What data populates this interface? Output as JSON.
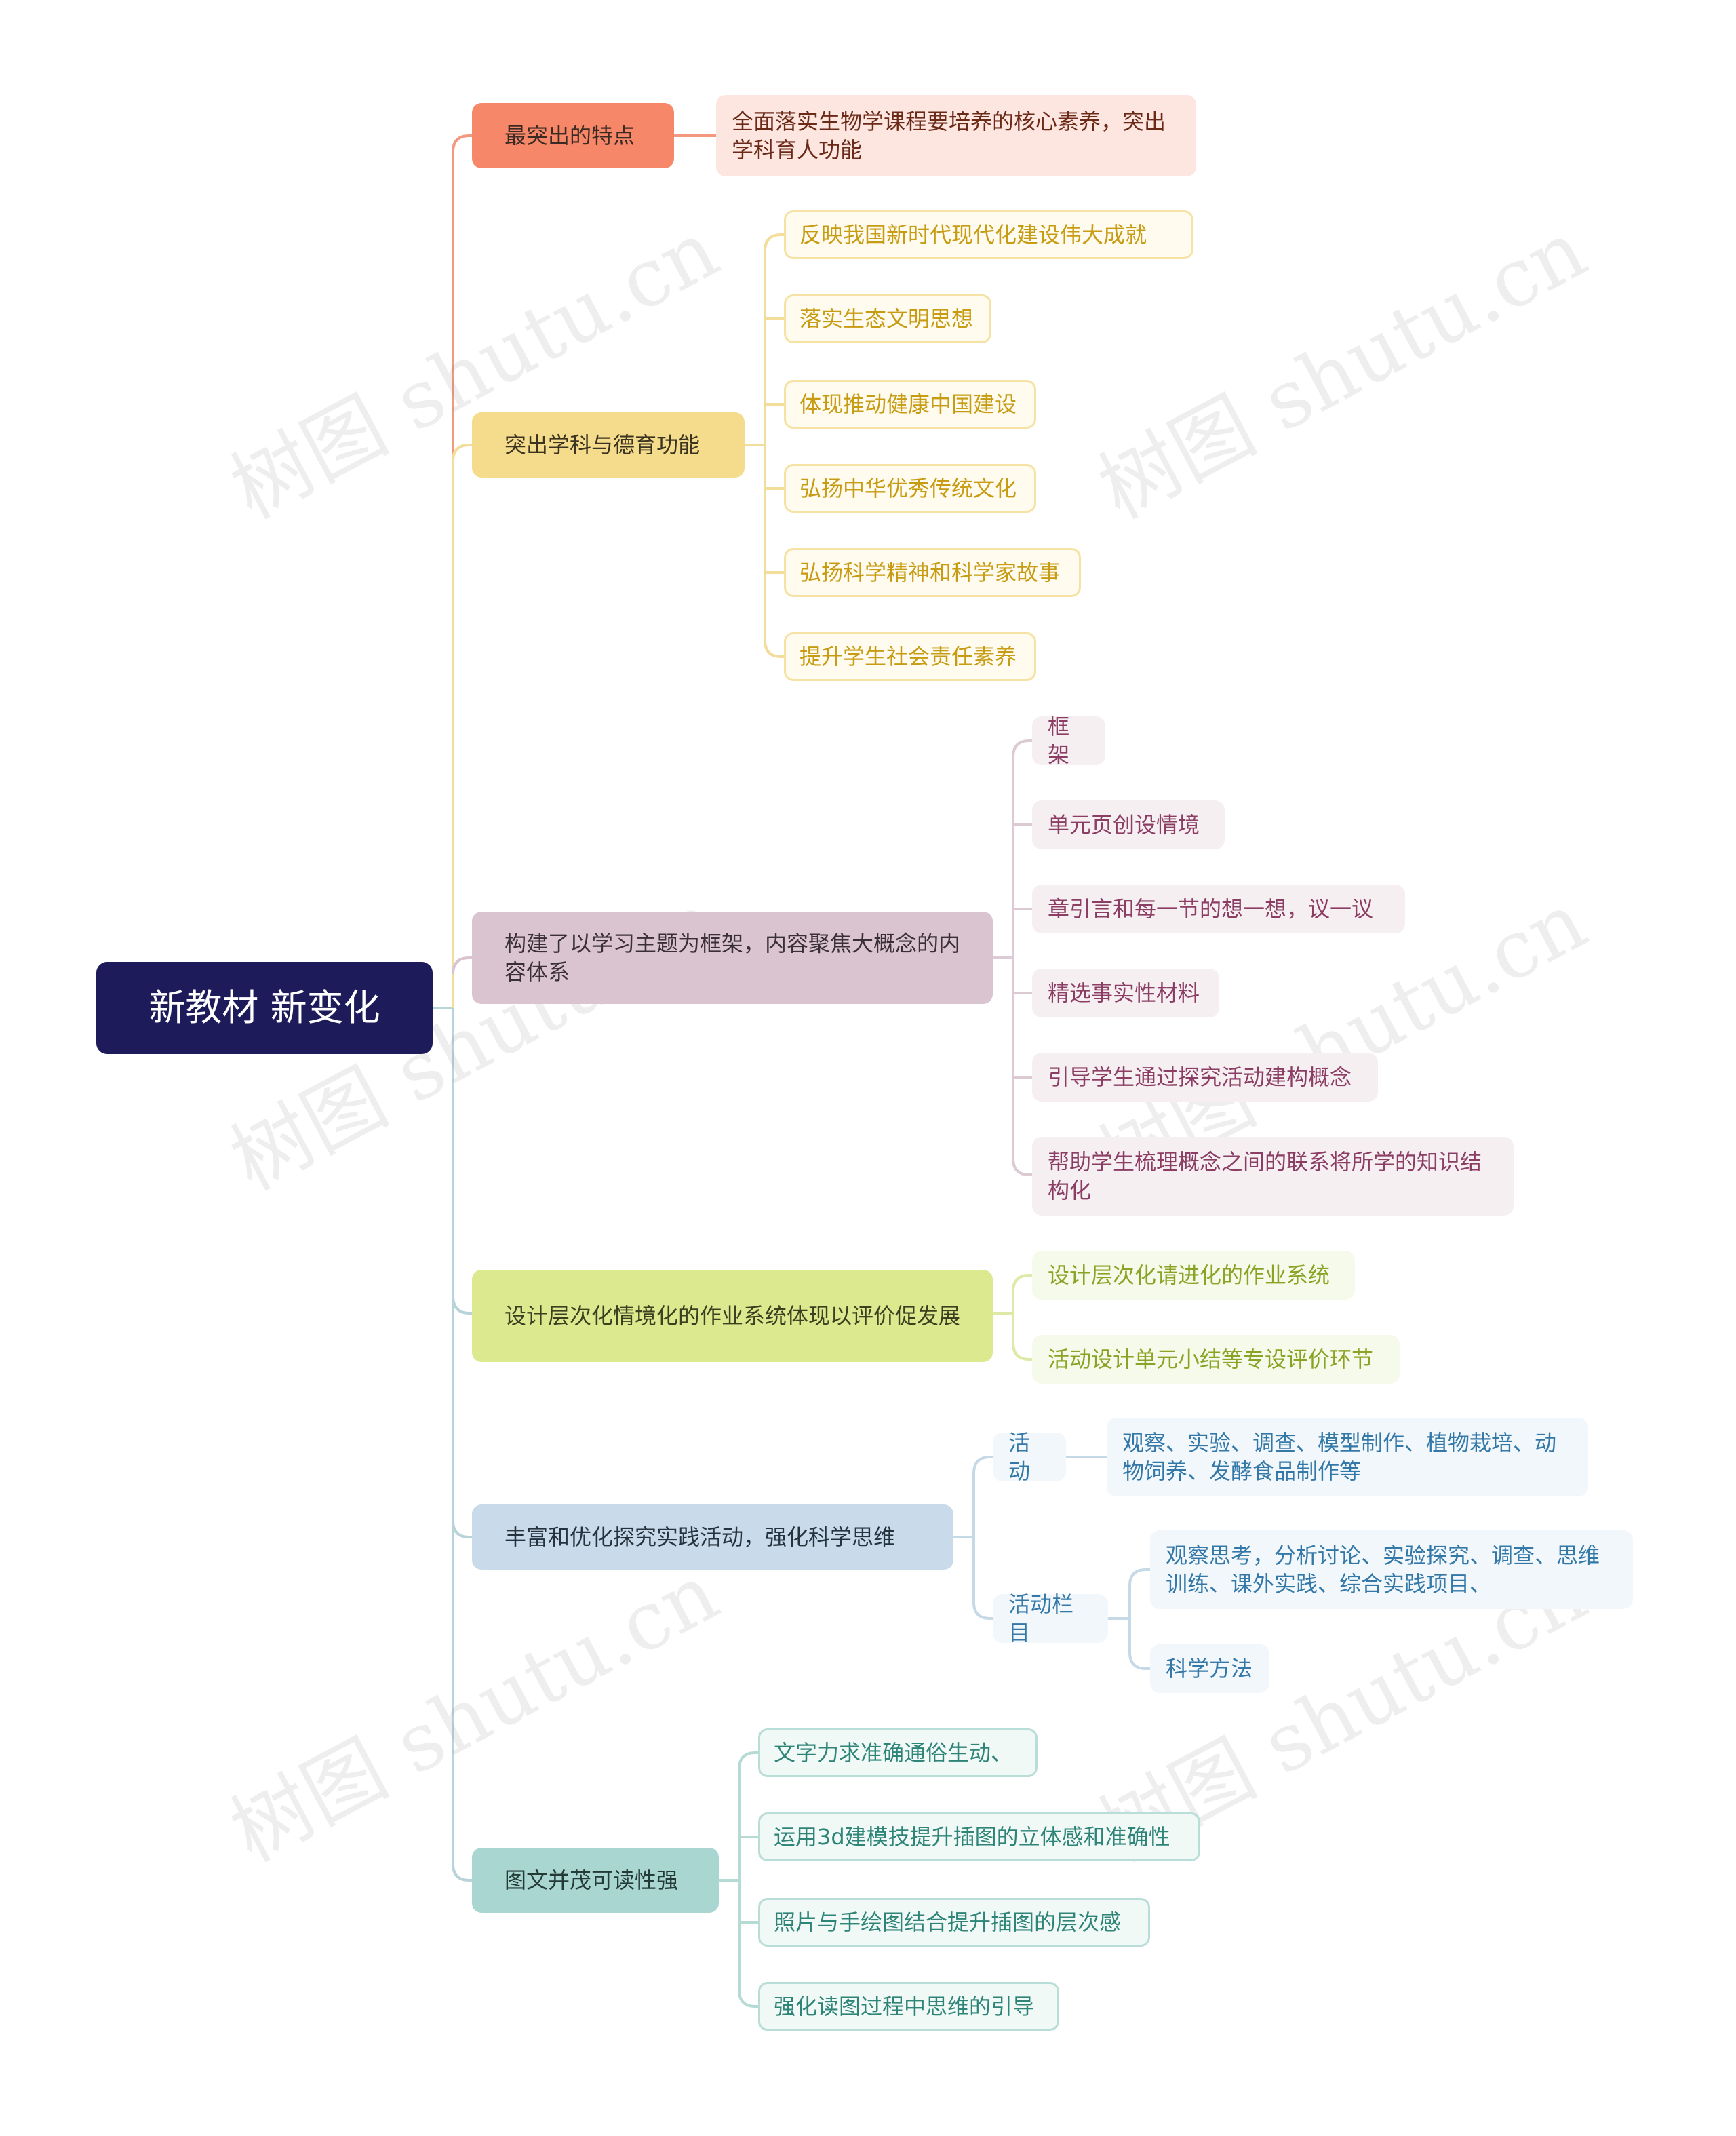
{
  "root": {
    "label": "新教材  新变化"
  },
  "branches": [
    {
      "label": "最突出的特点",
      "children": [
        "全面落实生物学课程要培养的核心素养，突出学科育人功能"
      ]
    },
    {
      "label": "突出学科与德育功能",
      "children": [
        "反映我国新时代现代化建设伟大成就",
        "落实生态文明思想",
        "体现推动健康中国建设",
        "弘扬中华优秀传统文化",
        "弘扬科学精神和科学家故事",
        "提升学生社会责任素养"
      ]
    },
    {
      "label": "构建了以学习主题为框架，内容聚焦大概念的内容体系",
      "children": [
        "框架",
        "单元页创设情境",
        " 章引言和每一节的想一想，议一议",
        "精选事实性材料",
        "引导学生通过探究活动建构概念",
        "帮助学生梳理概念之间的联系将所学的知识结构化"
      ]
    },
    {
      "label": "设计层次化情境化的作业系统体现以评价促发展",
      "children": [
        "设计层次化请进化的作业系统",
        "活动设计单元小结等专设评价环节"
      ]
    },
    {
      "label": "丰富和优化探究实践活动，强化科学思维",
      "sub": [
        {
          "label": "活动",
          "children": [
            "观察、实验、调查、模型制作、植物栽培、动物饲养、发酵食品制作等"
          ]
        },
        {
          "label": "活动栏目",
          "children": [
            "观察思考，分析讨论、实验探究、调查、思维训练、课外实践、综合实践项目、",
            "科学方法"
          ]
        }
      ]
    },
    {
      "label": "图文并茂可读性强",
      "children": [
        "文字力求准确通俗生动、",
        "运用3d建模技提升插图的立体感和准确性",
        "照片与手绘图结合提升插图的层次感",
        "强化读图过程中思维的引导"
      ]
    }
  ],
  "watermark": "树图 shutu.cn",
  "colors": {
    "root": "#1e1b5b",
    "branch1": "#f78769",
    "branch2": "#f5dc8c",
    "branch3": "#d9c4cf",
    "branch4": "#dce98f",
    "branch5": "#c9dbea",
    "branch6": "#a9d6d0"
  }
}
